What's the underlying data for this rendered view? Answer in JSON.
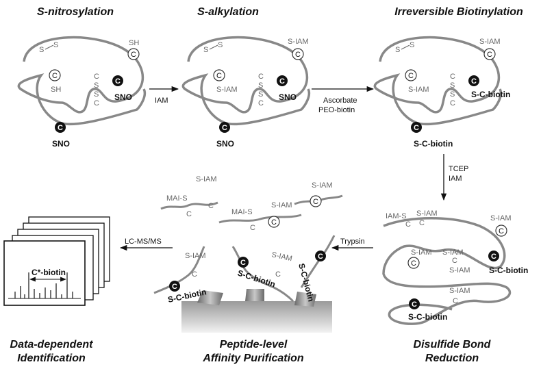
{
  "titles": {
    "t1": "S-nitrosylation",
    "t2": "S-alkylation",
    "t3": "Irreversible Biotinylation",
    "t4_line1": "Disulfide Bond",
    "t4_line2": "Reduction",
    "t5_line1": "Peptide-level",
    "t5_line2": "Affinity Purification",
    "t6_line1": "Data-dependent",
    "t6_line2": "Identification"
  },
  "arrows": {
    "a1": "IAM",
    "a2_line1": "Ascorbate",
    "a2_line2": "PEO-biotin",
    "a3_line1": "TCEP",
    "a3_line2": "IAM",
    "a4": "Trypsin",
    "a5": "LC-MS/MS"
  },
  "labels": {
    "sh": "SH",
    "sno": "SNO",
    "s_iam": "S-IAM",
    "iam_s": "IAM-S",
    "mai_s": "MAI-S",
    "s_c_biotin": "S-C-biotin",
    "c_star_biotin": "C*-biotin",
    "s": "S",
    "c": "C"
  }
}
